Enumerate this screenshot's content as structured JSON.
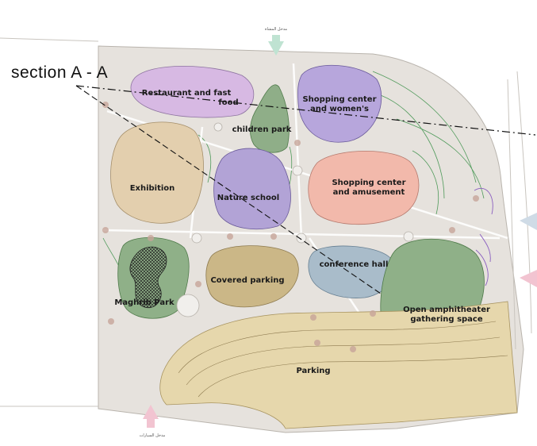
{
  "section_label": "section A - A",
  "zones": {
    "restaurant": {
      "line1": "Restaurant and fast",
      "line2": "food",
      "color": "#d7b9e3"
    },
    "shopping_women": {
      "line1": "Shopping center",
      "line2": "and women's",
      "color": "#b7a6dc"
    },
    "children_park": {
      "label": "children park",
      "color": "#8fae88"
    },
    "exhibition": {
      "label": "Exhibition",
      "color": "#e3cfae"
    },
    "nature_school": {
      "label": "Nature school",
      "color": "#b2a3d6"
    },
    "shopping_amusement": {
      "line1": "Shopping center",
      "line2": "and amusement",
      "color": "#f2b9ab"
    },
    "maghrib_park": {
      "label": "Maghrib Park",
      "color": "#8fb088"
    },
    "covered_parking": {
      "label": "Covered parking",
      "color": "#cbb787"
    },
    "conference_hall": {
      "label": "conference hall",
      "color": "#a9bcca"
    },
    "amphitheater": {
      "line1": "Open amphitheater",
      "line2": "gathering space",
      "color": "#8fb088"
    },
    "parking": {
      "label": "Parking",
      "color": "#e6d7ac"
    }
  },
  "entrances": {
    "top_text": "مدخل المشاة",
    "bottom_text": "مدخل السيارات",
    "arrow_green": "#bfe3d2",
    "arrow_pink": "#f2c4d1",
    "arrow_blue": "#cfdbe6"
  },
  "site_color": "#e6e2dd"
}
